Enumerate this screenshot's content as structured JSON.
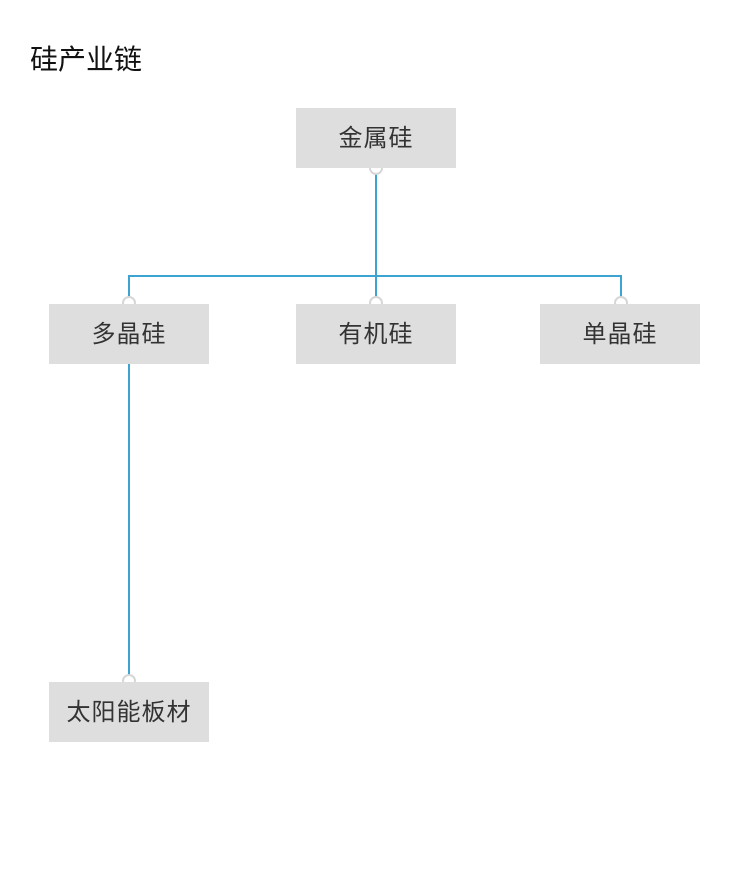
{
  "title": "硅产业链",
  "colors": {
    "edge": "#3da3d1",
    "node_fill": "#dedede",
    "node_text": "#333333",
    "port_stroke": "#d6d6d6"
  },
  "nodes": {
    "root": {
      "label": "金属硅"
    },
    "poly": {
      "label": "多晶硅"
    },
    "org": {
      "label": "有机硅"
    },
    "mono": {
      "label": "单晶硅"
    },
    "solar": {
      "label": "太阳能板材"
    }
  },
  "edges": [
    {
      "from": "root",
      "to": "poly"
    },
    {
      "from": "root",
      "to": "org"
    },
    {
      "from": "root",
      "to": "mono"
    },
    {
      "from": "poly",
      "to": "solar"
    }
  ]
}
